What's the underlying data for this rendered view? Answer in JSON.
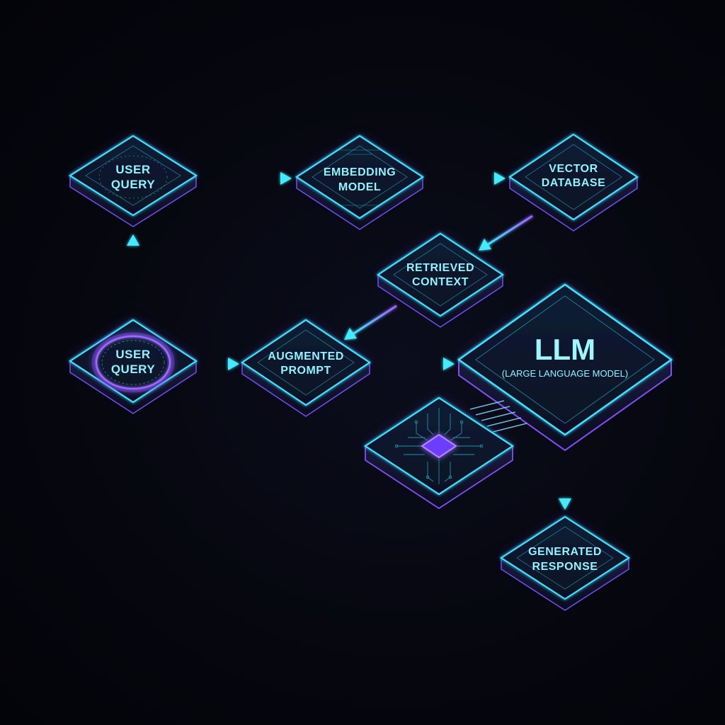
{
  "colors": {
    "background": "#05060c",
    "cyan": "#33e6ff",
    "purple": "#9b5cff",
    "text": "#8ff3ff"
  },
  "nodes": {
    "user_query_top": {
      "line1": "USER",
      "line2": "QUERY"
    },
    "embedding_model": {
      "line1": "EMBEDDING",
      "line2": "MODEL"
    },
    "vector_database": {
      "line1": "VECTOR",
      "line2": "DATABASE"
    },
    "retrieved_context": {
      "line1": "RETRIEVED",
      "line2": "CONTEXT"
    },
    "user_query_bottom": {
      "line1": "USER",
      "line2": "QUERY"
    },
    "augmented_prompt": {
      "line1": "AUGMENTED",
      "line2": "PROMPT"
    },
    "llm": {
      "title": "LLM",
      "subtitle": "(LARGE LANGUAGE MODEL)"
    },
    "generated_response": {
      "line1": "GENERATED",
      "line2": "RESPONSE"
    },
    "chip": {
      "icon": "processor-chip-icon"
    }
  },
  "edges": [
    {
      "from": "USER QUERY",
      "to": "EMBEDDING MODEL"
    },
    {
      "from": "EMBEDDING MODEL",
      "to": "VECTOR DATABASE"
    },
    {
      "from": "VECTOR DATABASE",
      "to": "RETRIEVED CONTEXT"
    },
    {
      "from": "RETRIEVED CONTEXT",
      "to": "AUGMENTED PROMPT"
    },
    {
      "from": "USER QUERY",
      "to": "USER QUERY"
    },
    {
      "from": "USER QUERY",
      "to": "AUGMENTED PROMPT"
    },
    {
      "from": "AUGMENTED PROMPT",
      "to": "LLM"
    },
    {
      "from": "LLM",
      "to": "GENERATED RESPONSE"
    }
  ]
}
